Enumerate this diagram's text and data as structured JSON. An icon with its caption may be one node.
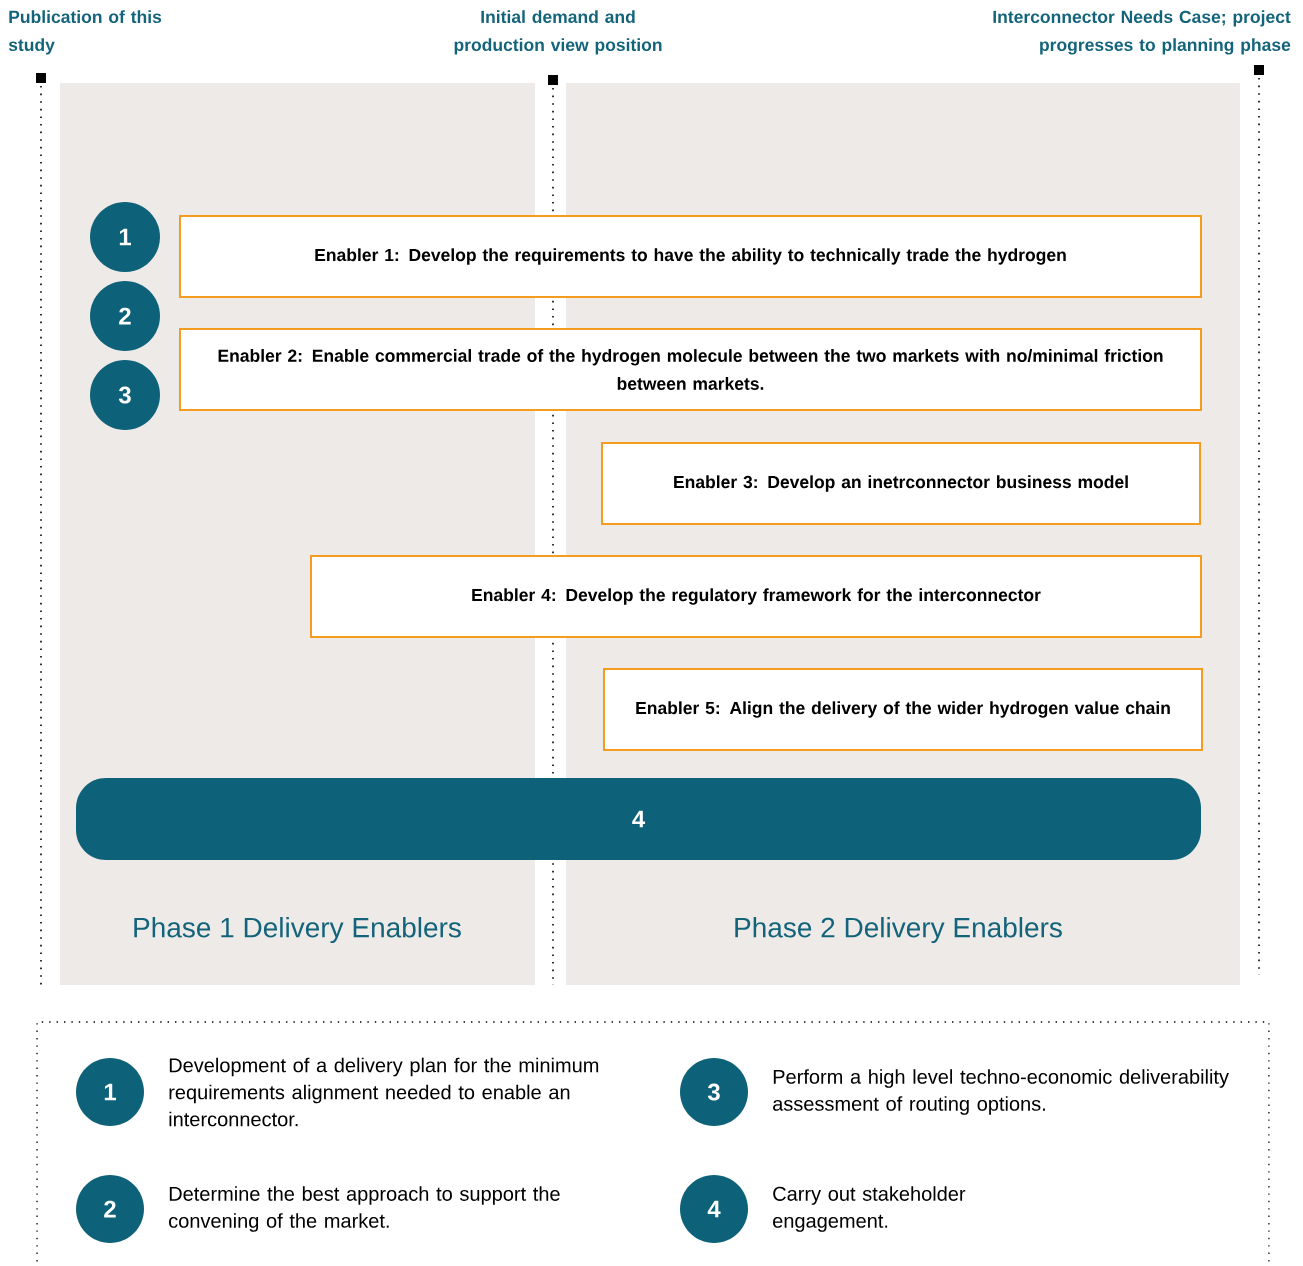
{
  "diagram": {
    "nodes": [
      {
        "text": [
          "Phase 1 Delivery Enablers"
        ]
      },
      {
        "text": [
          "1"
        ],
        "in": 0
      },
      {
        "text": [
          "2"
        ],
        "in": 0
      },
      {
        "text": [
          "3"
        ],
        "in": 0
      },
      {
        "text": [
          "Phase 2 Delivery Enablers"
        ]
      },
      {
        "text": [
          "Enabler 1: Develop the requirements to have the ability to technically trade the hydrogen"
        ]
      },
      {
        "text": [
          "Enabler 2: Enable commercial trade of the hydrogen molecule between the two markets with no/minimal friction between markets."
        ]
      },
      {
        "text": [
          "Enabler 3: Develop an inetrconnector business model"
        ],
        "in": 4
      },
      {
        "text": [
          "Enabler 4: Develop the regulatory framework for the interconnector"
        ]
      },
      {
        "text": [
          "Enabler 5: Align the delivery of the wider hydrogen value chain"
        ],
        "in": 4
      },
      {
        "text": [
          "4"
        ]
      },
      {
        "text": [],
        "shape": "box"
      },
      {
        "text": [
          "1"
        ],
        "in": 11,
        "beside": [
          "Development of a delivery plan for the minimum requirements alignment needed to enable an interconnector."
        ]
      },
      {
        "text": [
          "3"
        ],
        "in": 11,
        "beside": [
          "Perform a high level techno-economic deliverability assessment of routing options."
        ]
      },
      {
        "text": [
          "2"
        ],
        "in": 11,
        "beside": [
          "Determine the best approach to support the convening of the market."
        ]
      },
      {
        "text": [
          "4"
        ],
        "in": 11,
        "beside": [
          "Carry out stakeholder engagement."
        ]
      }
    ],
    "labels": [
      "Publication of this study",
      "Initial demand and production view position",
      "Interconnector Needs Case; project progresses to planning phase"
    ]
  }
}
